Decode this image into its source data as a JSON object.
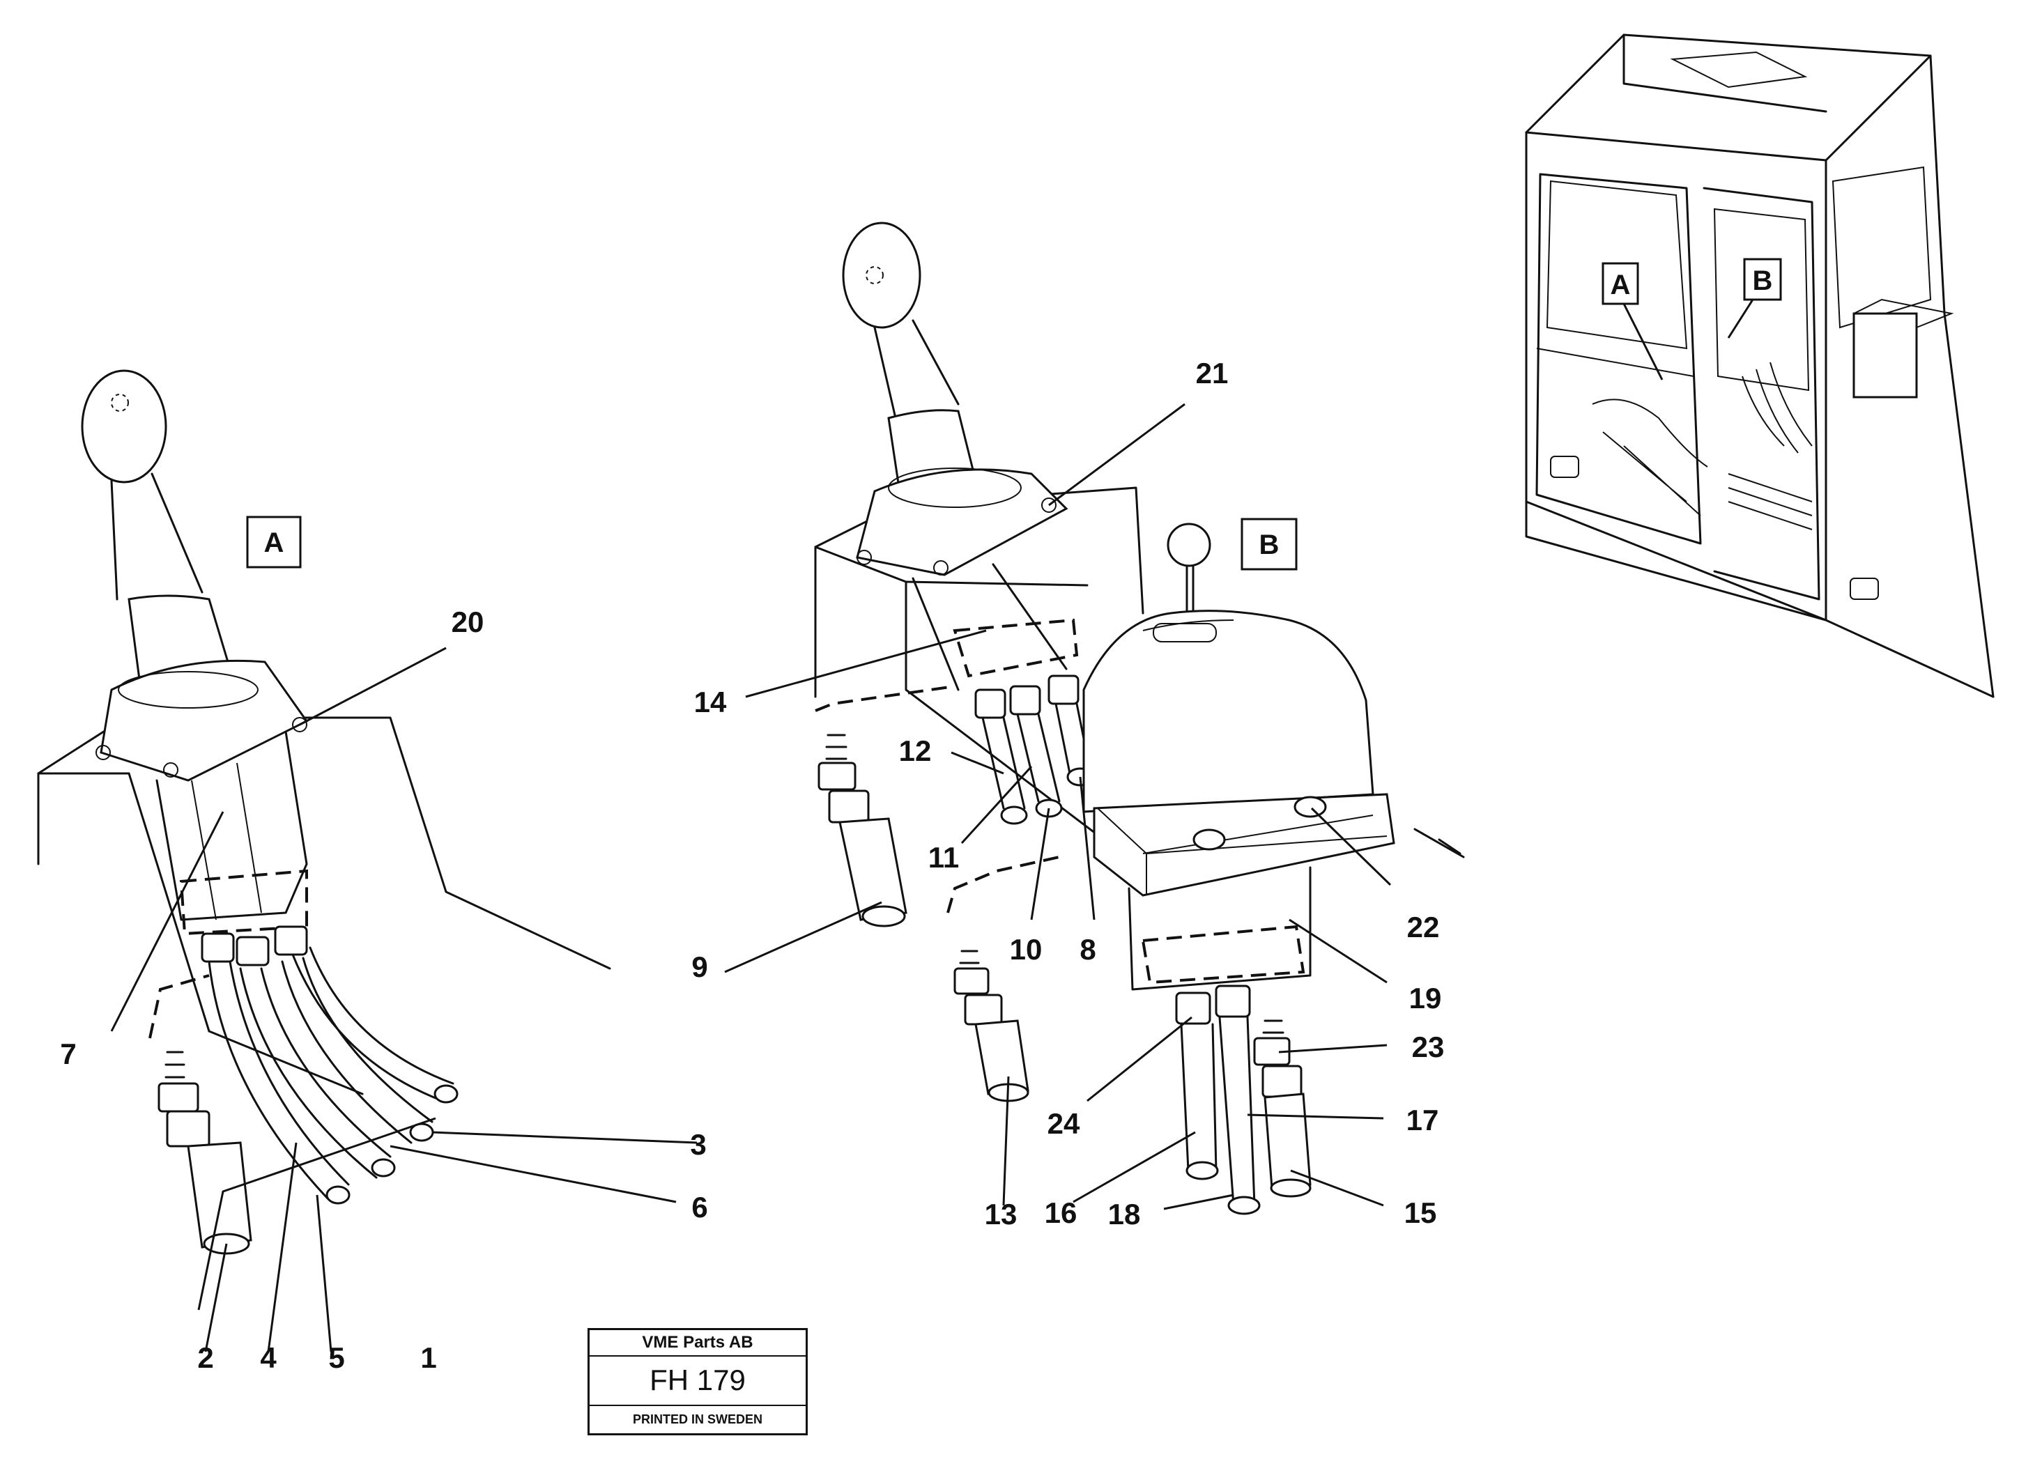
{
  "view_labels": {
    "a": "A",
    "b": "B",
    "inset_a": "A",
    "inset_b": "B"
  },
  "callouts": [
    "1",
    "2",
    "3",
    "4",
    "5",
    "6",
    "7",
    "8",
    "9",
    "10",
    "11",
    "12",
    "13",
    "14",
    "15",
    "16",
    "17",
    "18",
    "19",
    "20",
    "21",
    "22",
    "23",
    "24"
  ],
  "title_block": {
    "company": "VME Parts AB",
    "code": "FH 179",
    "printed": "PRINTED IN SWEDEN"
  }
}
